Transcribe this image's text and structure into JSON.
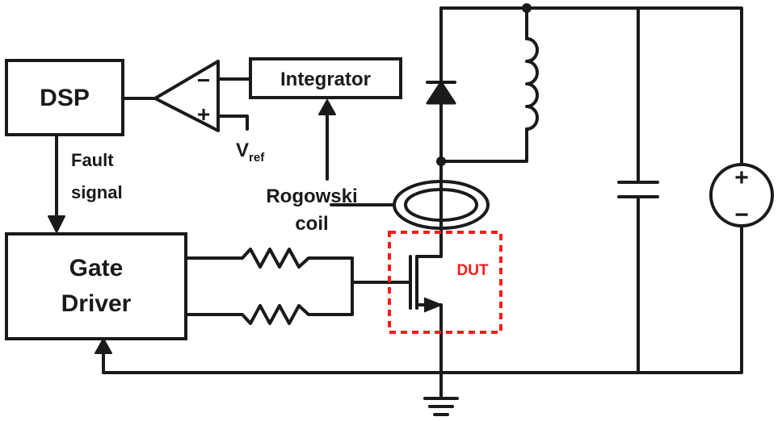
{
  "labels": {
    "dsp": "DSP",
    "integrator": "Integrator",
    "gate_driver_line1": "Gate",
    "gate_driver_line2": "Driver",
    "fault_line1": "Fault",
    "fault_line2": "signal",
    "vref_main": "V",
    "vref_sub": "ref",
    "rogowski_line1": "Rogowski",
    "rogowski_line2": "coil",
    "dut": "DUT",
    "comparator_minus": "−",
    "comparator_plus": "+",
    "source_plus": "+",
    "source_minus": "−"
  },
  "colors": {
    "line": "#1a1a1a",
    "dut": "#ff1a1a"
  }
}
